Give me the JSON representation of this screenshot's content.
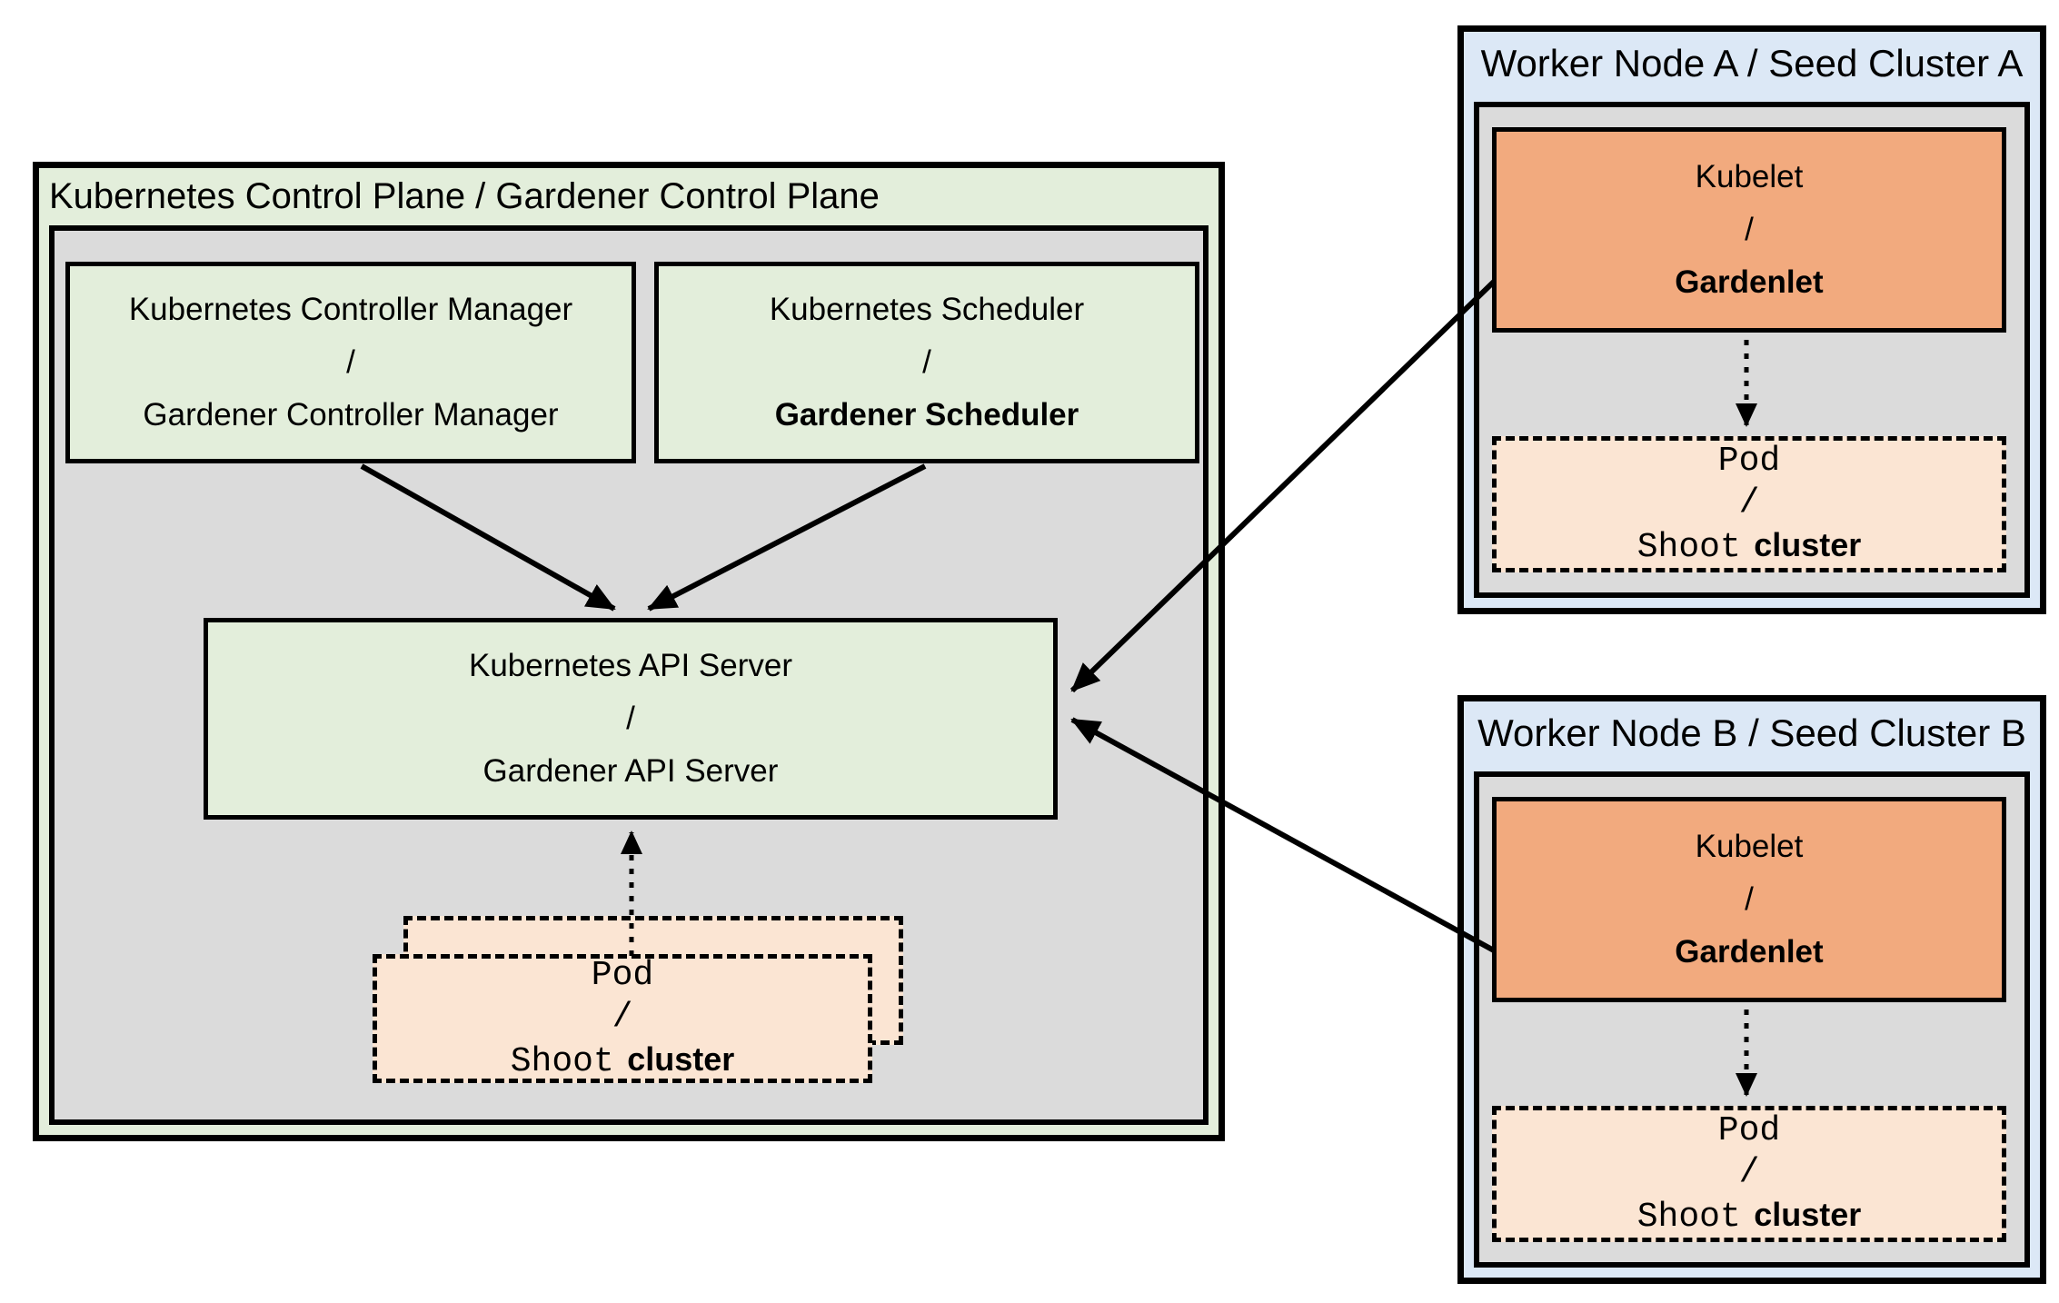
{
  "colors": {
    "green_fill": "#e3eedb",
    "gray_fill": "#dbdbdb",
    "blue_fill": "#dce8f6",
    "orange_fill": "#f2aa7e",
    "peach_fill": "#fbe5d3",
    "border": "#000000",
    "arrow": "#000000"
  },
  "control_plane": {
    "title": "Kubernetes Control Plane / Gardener Control Plane",
    "controller_manager": {
      "line1": "Kubernetes Controller Manager",
      "separator": "/",
      "line2": "Gardener Controller Manager"
    },
    "scheduler": {
      "line1": "Kubernetes Scheduler",
      "separator": "/",
      "line2": "Gardener Scheduler"
    },
    "api_server": {
      "line1": "Kubernetes API Server",
      "separator": "/",
      "line2": "Gardener API Server"
    },
    "pod_stack": {
      "line1": "Pod",
      "separator": "/",
      "line2_mono": "Shoot",
      "line2_suffix": "cluster"
    }
  },
  "worker_a": {
    "title": "Worker Node A / Seed Cluster A",
    "kubelet": {
      "line1": "Kubelet",
      "separator": "/",
      "line2": "Gardenlet"
    },
    "pod": {
      "line1": "Pod",
      "separator": "/",
      "line2_mono": "Shoot",
      "line2_suffix": "cluster"
    }
  },
  "worker_b": {
    "title": "Worker Node B / Seed Cluster B",
    "kubelet": {
      "line1": "Kubelet",
      "separator": "/",
      "line2": "Gardenlet"
    },
    "pod": {
      "line1": "Pod",
      "separator": "/",
      "line2_mono": "Shoot",
      "line2_suffix": "cluster"
    }
  }
}
